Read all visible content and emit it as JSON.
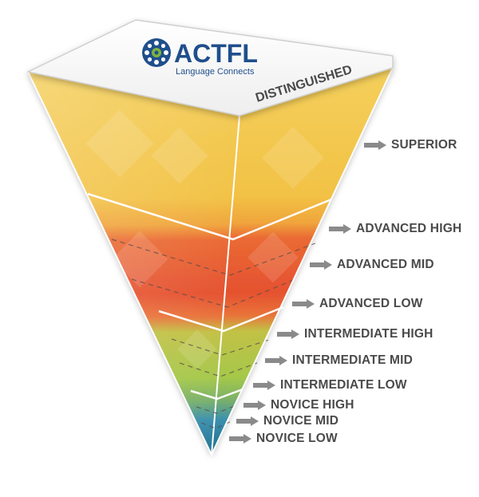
{
  "logo": {
    "name": "ACTFL",
    "tagline": "Language Connects"
  },
  "top_level": "DISTINGUISHED",
  "levels": [
    "SUPERIOR",
    "ADVANCED HIGH",
    "ADVANCED MID",
    "ADVANCED LOW",
    "INTERMEDIATE HIGH",
    "INTERMEDIATE MID",
    "INTERMEDIATE LOW",
    "NOVICE HIGH",
    "NOVICE MID",
    "NOVICE LOW"
  ],
  "colors": {
    "superior": "#f2c84b",
    "advanced": "#e4502f",
    "intermediate": "#a9c84a",
    "novice": "#2a8fb0",
    "label_text": "#4a4a4a",
    "arrow": "#8a8a8a"
  }
}
